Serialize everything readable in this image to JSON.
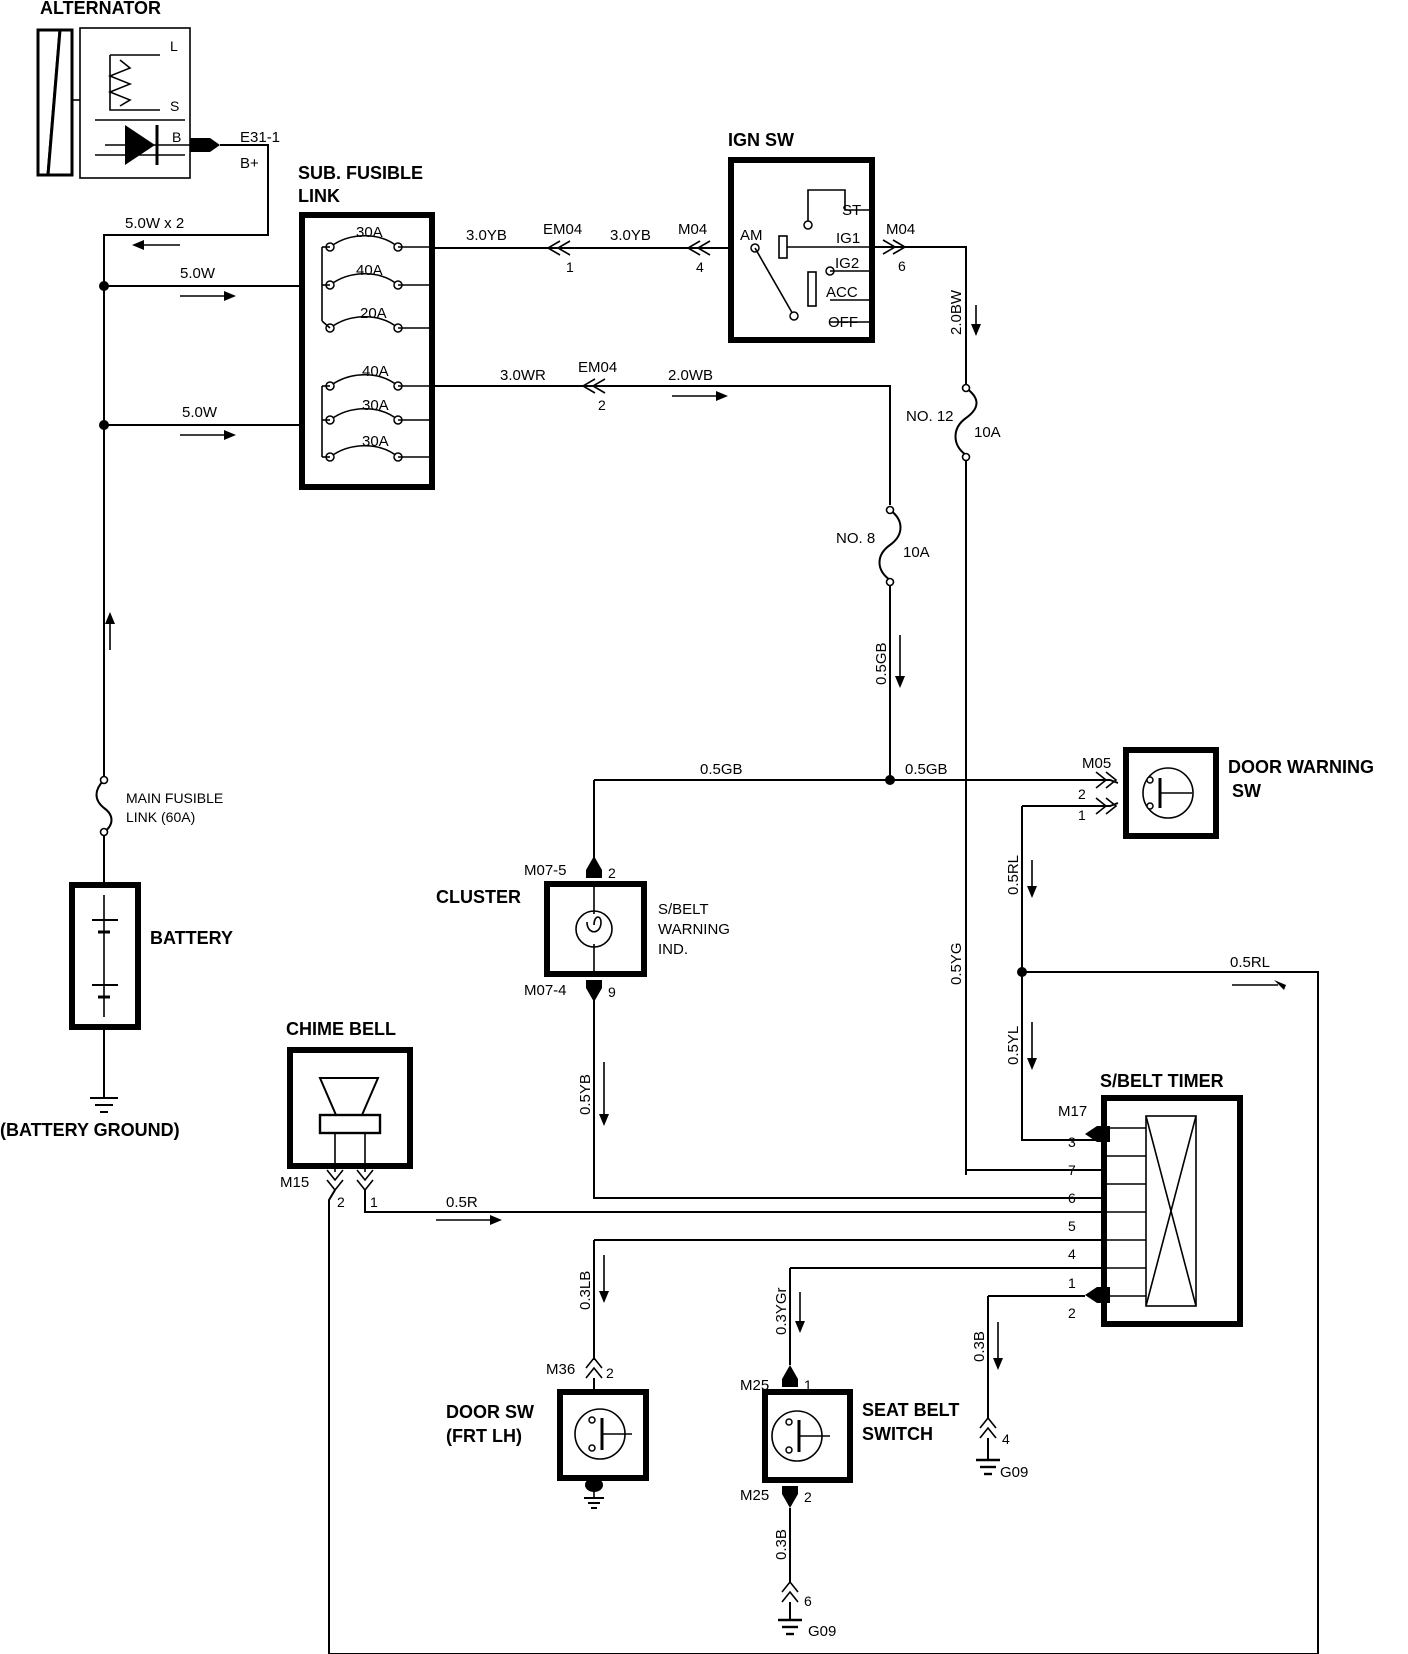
{
  "components": {
    "alternator": {
      "title": "ALTERNATOR",
      "terminals": [
        "L",
        "S",
        "B"
      ],
      "connector": "E31-1",
      "output": "B+"
    },
    "sub_fusible_link": {
      "title_1": "SUB. FUSIBLE",
      "title_2": "LINK",
      "fuses": [
        "30A",
        "40A",
        "20A",
        "40A",
        "30A",
        "30A"
      ]
    },
    "ign_sw": {
      "title": "IGN SW",
      "positions": [
        "ST",
        "IG1",
        "IG2",
        "ACC",
        "OFF"
      ],
      "input": "AM"
    },
    "battery": {
      "title": "BATTERY",
      "ground": "(BATTERY GROUND)",
      "main_link_1": "MAIN FUSIBLE",
      "main_link_2": "LINK (60A)"
    },
    "fuse_12": {
      "name": "NO. 12",
      "rating": "10A"
    },
    "fuse_8": {
      "name": "NO. 8",
      "rating": "10A"
    },
    "door_warning_sw": {
      "title_1": "DOOR WARNING",
      "title_2": "SW",
      "connector": "M05",
      "pins": [
        "2",
        "1"
      ]
    },
    "cluster": {
      "title": "CLUSTER",
      "ind_1": "S/BELT",
      "ind_2": "WARNING",
      "ind_3": "IND.",
      "conn_top": "M07-5",
      "pin_top": "2",
      "conn_bottom": "M07-4",
      "pin_bottom": "9"
    },
    "chime_bell": {
      "title": "CHIME BELL",
      "connector": "M15",
      "pins": [
        "2",
        "1"
      ]
    },
    "sbelt_timer": {
      "title": "S/BELT TIMER",
      "connector": "M17",
      "pins": [
        "3",
        "7",
        "6",
        "5",
        "4",
        "1",
        "2"
      ]
    },
    "door_sw": {
      "title_1": "DOOR SW",
      "title_2": "(FRT LH)",
      "connector": "M36",
      "pin": "2"
    },
    "seat_belt_switch": {
      "title_1": "SEAT BELT",
      "title_2": "SWITCH",
      "connector": "M25",
      "pin_top": "1",
      "pin_bottom": "2"
    },
    "ground_g09_a": {
      "name": "G09",
      "pin": "4"
    },
    "ground_g09_b": {
      "name": "G09",
      "pin": "6"
    }
  },
  "wires": {
    "w_5w_x2": "5.0W x 2",
    "w_5w_a": "5.0W",
    "w_5w_b": "5.0W",
    "w_3yb_a": "3.0YB",
    "w_3yb_b": "3.0YB",
    "w_3wr": "3.0WR",
    "w_2wb": "2.0WB",
    "w_2bw": "2.0BW",
    "w_05gb_v": "0.5GB",
    "w_05gb_l": "0.5GB",
    "w_05gb_r": "0.5GB",
    "w_05rl_v": "0.5RL",
    "w_05rl_h": "0.5RL",
    "w_05yg": "0.5YG",
    "w_05yl": "0.5YL",
    "w_05yb": "0.5YB",
    "w_05r": "0.5R",
    "w_03lb": "0.3LB",
    "w_03ygr": "0.3YGr",
    "w_03b_a": "0.3B",
    "w_03b_b": "0.3B"
  },
  "connectors": {
    "em04_a": "EM04",
    "em04_a_pin": "1",
    "m04_a": "M04",
    "m04_a_pin": "4",
    "m04_b": "M04",
    "m04_b_pin": "6",
    "em04_b": "EM04",
    "em04_b_pin": "2"
  }
}
